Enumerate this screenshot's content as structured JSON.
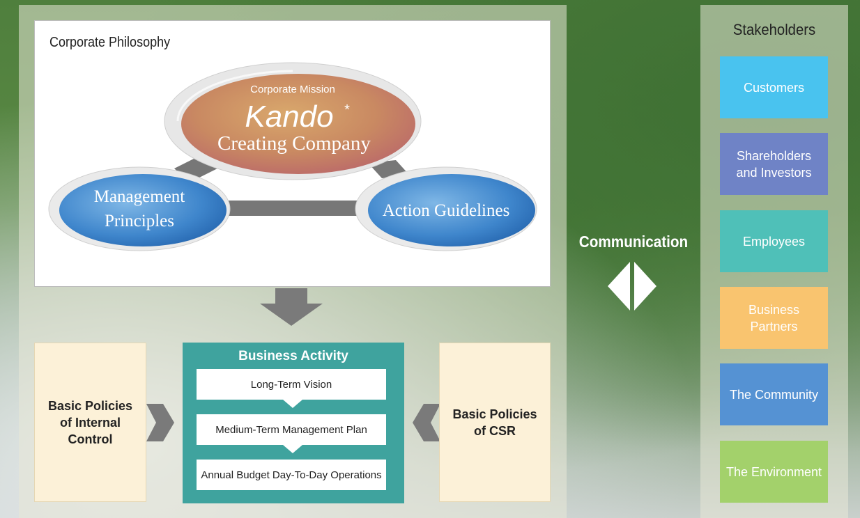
{
  "philosophy": {
    "title": "Corporate Philosophy",
    "mission": {
      "label": "Corporate Mission",
      "kando": "Kando",
      "asterisk": "*",
      "line2": "Creating Company"
    },
    "management": {
      "line1": "Management",
      "line2": "Principles"
    },
    "action": {
      "label": "Action Guidelines"
    }
  },
  "business": {
    "title": "Business Activity",
    "items": [
      "Long-Term Vision",
      "Medium-Term Management Plan",
      "Annual Budget Day-To-Day Operations"
    ]
  },
  "internal_control": {
    "label": "Basic Policies\nof Internal\nControl"
  },
  "csr": {
    "label": "Basic Policies\nof CSR"
  },
  "communication": {
    "label": "Communication"
  },
  "stakeholders": {
    "title": "Stakeholders",
    "items": [
      {
        "label": "Customers",
        "color": "#49c3ef"
      },
      {
        "label": "Shareholders\nand Investors",
        "color": "#6f83c6"
      },
      {
        "label": "Employees",
        "color": "#4fc0b8"
      },
      {
        "label": "Business\nPartners",
        "color": "#f9c46f"
      },
      {
        "label": "The Community",
        "color": "#5592d3"
      },
      {
        "label": "The Environment",
        "color": "#a3d16b"
      }
    ]
  },
  "colors": {
    "business_teal": "#3fa39e",
    "side_box": "#fcf1d8",
    "connector_gray": "#777777"
  }
}
